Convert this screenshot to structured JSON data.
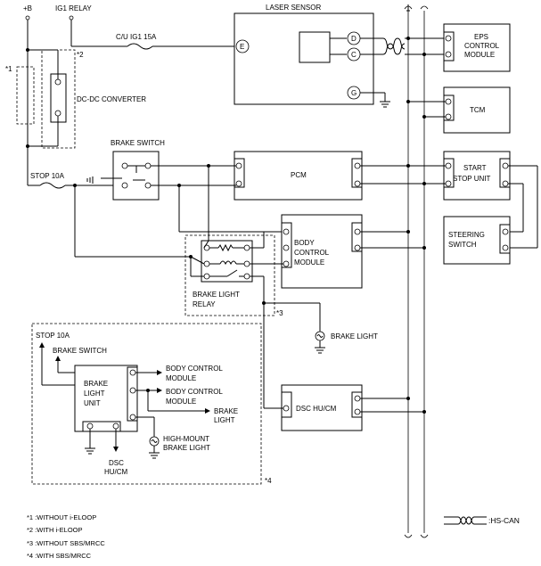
{
  "power": {
    "b_plus": "+B",
    "ig1_relay": "IG1 RELAY",
    "fuse_cu_ig1": "C/U IG1 15A",
    "fuse_stop": "STOP 10A"
  },
  "components": {
    "laser_sensor": "LASER SENSOR",
    "eps": [
      "EPS",
      "CONTROL",
      "MODULE"
    ],
    "tcm": "TCM",
    "start_stop": [
      "START",
      "STOP UNIT"
    ],
    "steering_switch": [
      "STEERING",
      "SWITCH"
    ],
    "pcm": "PCM",
    "bcm": [
      "BODY",
      "CONTROL",
      "MODULE"
    ],
    "brake_switch": "BRAKE SWITCH",
    "brake_light_relay": [
      "BRAKE LIGHT",
      "RELAY"
    ],
    "brake_light": "BRAKE LIGHT",
    "dsc": "DSC HU/CM",
    "dcdc": "DC-DC CONVERTER"
  },
  "pins": {
    "e": "E",
    "d": "D",
    "c": "C",
    "g": "G"
  },
  "marks": {
    "m1": "*1",
    "m2": "*2",
    "m3": "*3",
    "m4": "*4"
  },
  "inset": {
    "stop": "STOP 10A",
    "brake_switch": "BRAKE SWITCH",
    "unit": [
      "BRAKE",
      "LIGHT",
      "UNIT"
    ],
    "bcm1": [
      "BODY CONTROL",
      "MODULE"
    ],
    "bcm2": [
      "BODY CONTROL",
      "MODULE"
    ],
    "brake_light": [
      "BRAKE",
      "LIGHT"
    ],
    "high_mount": [
      "HIGH-MOUNT",
      "BRAKE LIGHT"
    ],
    "dsc": [
      "DSC",
      "HU/CM"
    ]
  },
  "notes": [
    "*1 :WITHOUT i-ELOOP",
    "*2 :WITH i-ELOOP",
    "*3 :WITHOUT SBS/MRCC",
    "*4 :WITH SBS/MRCC"
  ],
  "legend": {
    "hs_can": ":HS-CAN"
  }
}
